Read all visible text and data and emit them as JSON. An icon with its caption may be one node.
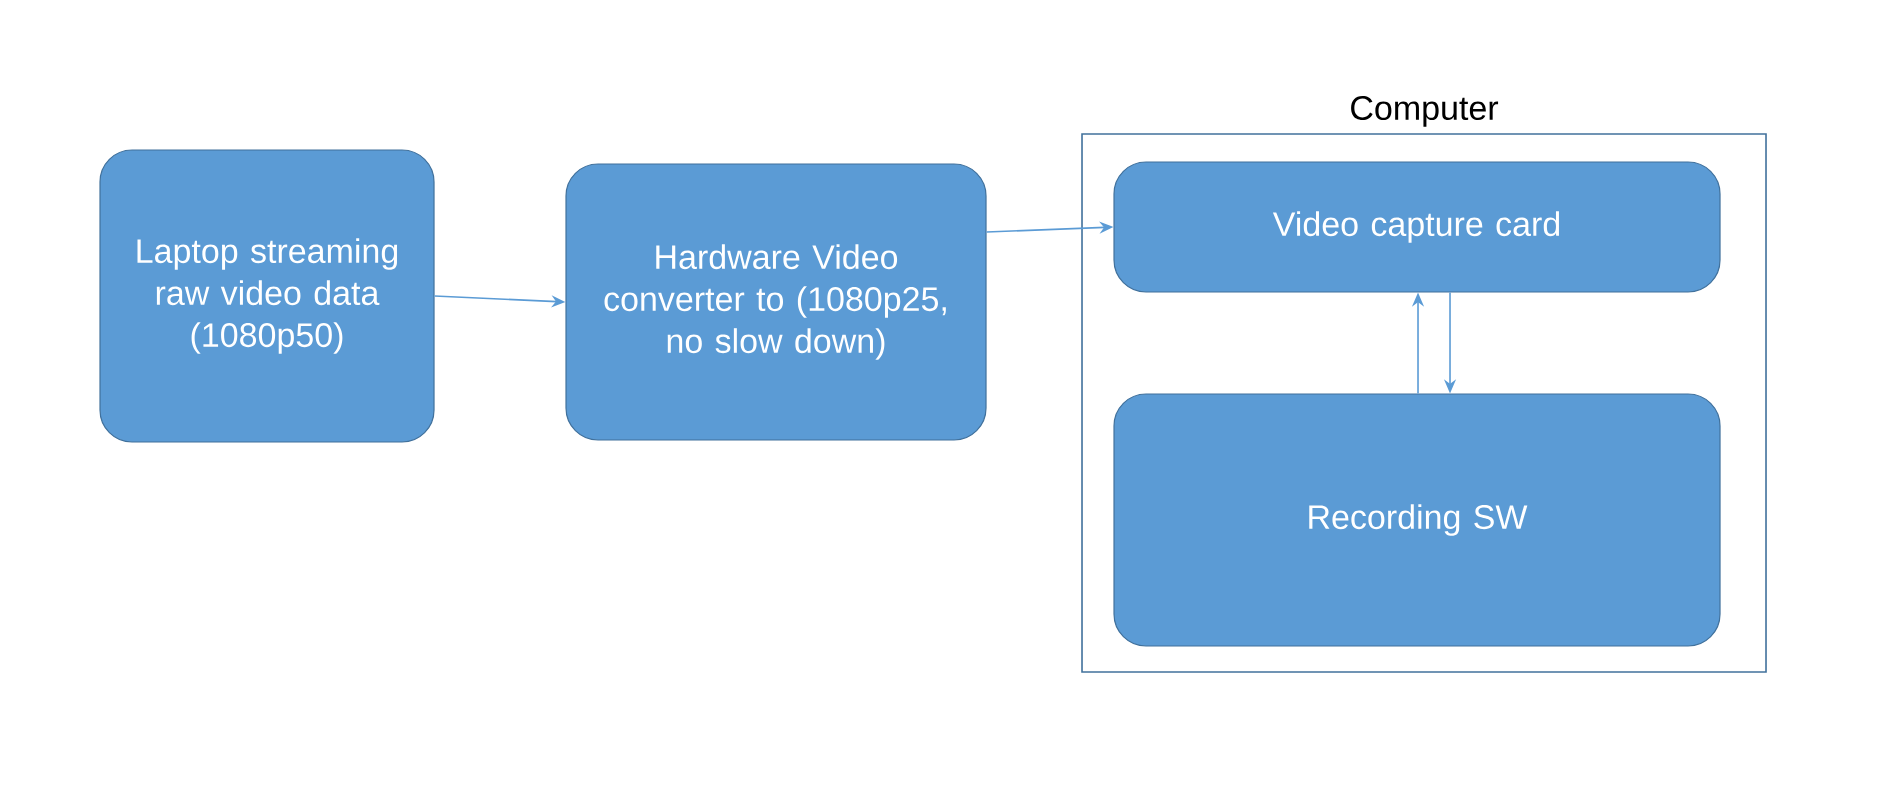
{
  "diagram": {
    "nodes": [
      {
        "text": [
          "Laptop streaming raw video data (1080p50)"
        ]
      },
      {
        "text": [
          "Hardware Video converter to (1080p25, no slow down)"
        ]
      },
      {
        "text": [
          "Computer"
        ]
      },
      {
        "text": [
          "Video capture card"
        ],
        "in": 2
      },
      {
        "text": [
          "Recording SW"
        ],
        "in": 2
      }
    ],
    "edges": [
      {
        "from": 0,
        "to": 1,
        "arrow": "to"
      },
      {
        "from": 1,
        "to": 3,
        "arrow": "to"
      },
      {
        "from": 4,
        "to": 3,
        "arrow": "to"
      },
      {
        "from": 3,
        "to": 4,
        "arrow": "to"
      }
    ]
  }
}
